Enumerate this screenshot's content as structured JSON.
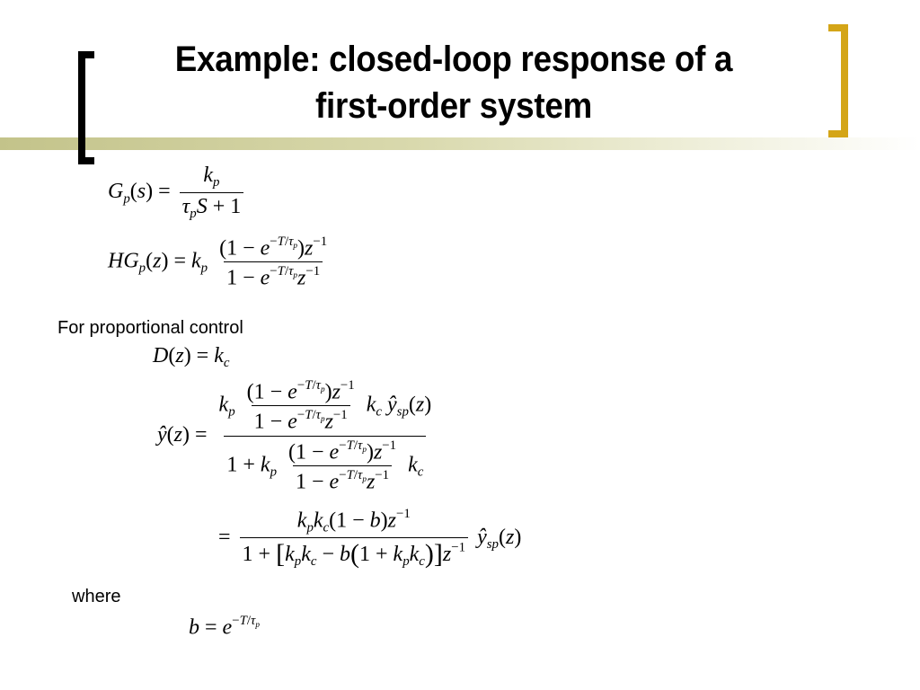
{
  "slide": {
    "title_line1": "Example: closed-loop response of a",
    "title_line2": "first-order system",
    "for_prop_label": "For proportional control",
    "where_label": "where"
  }
}
